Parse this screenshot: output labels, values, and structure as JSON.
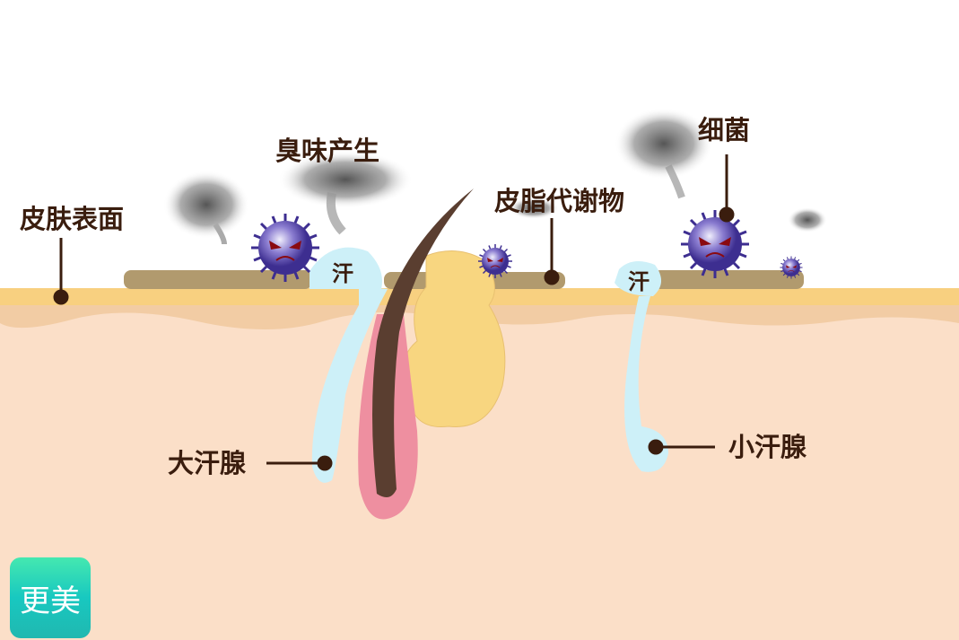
{
  "labels": {
    "skin_surface": "皮肤表面",
    "odor": "臭味产生",
    "sebum_metabolite": "皮脂代谢物",
    "bacteria": "细菌",
    "apocrine_gland": "大汗腺",
    "eccrine_gland": "小汗腺",
    "sweat_left": "汗",
    "sweat_right": "汗"
  },
  "logo": {
    "text": "更美"
  },
  "colors": {
    "skin": "#fbdfc8",
    "surface": "#f8d080",
    "sebum": "#b19a6e",
    "sweat": "#cdf0f8",
    "bacteria": "#5a4aa8",
    "hair": "#5a3e30",
    "label": "#3a1d0e"
  }
}
